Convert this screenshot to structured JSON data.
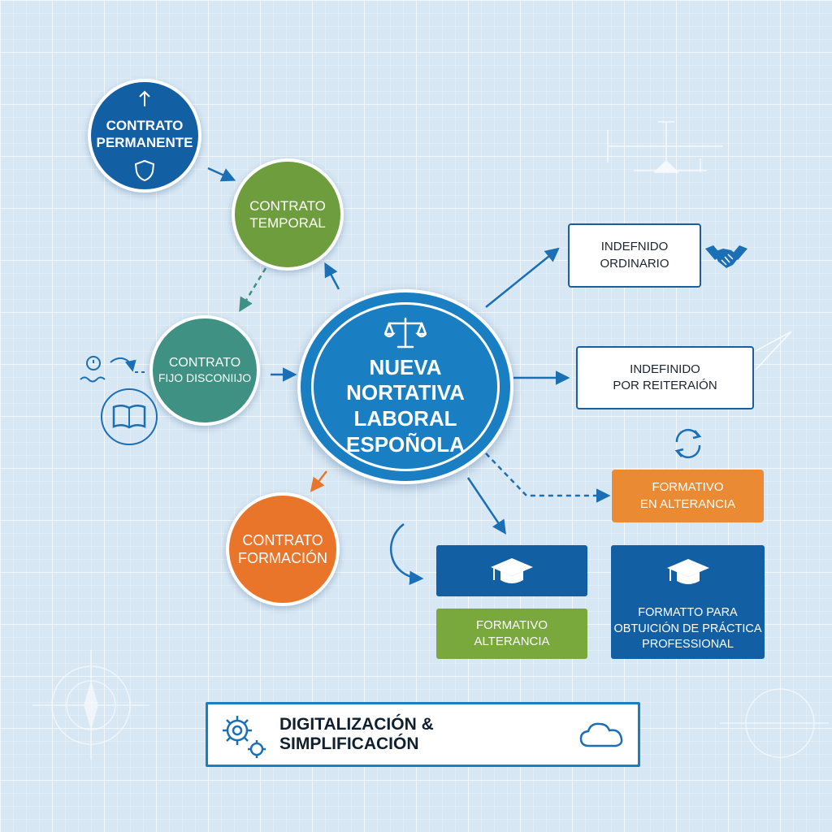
{
  "center": {
    "lines": [
      "NUEVA",
      "NORTATIVA",
      "LABORAL",
      "ESPOÑOLA"
    ],
    "icon": "scales-icon"
  },
  "nodes": {
    "permanente": {
      "lines": [
        "CONTRATO",
        "PERMANENTE"
      ],
      "color": "#135fa3",
      "icons": [
        "arrow-up-icon",
        "shield-icon"
      ]
    },
    "temporal": {
      "lines": [
        "CONTRATO",
        "TEMPORAL"
      ],
      "color": "#6e9d3e"
    },
    "fijo_discontinuo": {
      "lines": [
        "CONTRATO",
        "FIJO DISCONIIJO"
      ],
      "color": "#3f9184",
      "icons": [
        "timer-icon",
        "book-icon"
      ]
    },
    "formacion": {
      "lines": [
        "CONTRATO",
        "FORMACIÓN"
      ],
      "color": "#e9752a"
    }
  },
  "boxes": {
    "indefinido_ordinario": {
      "lines": [
        "INDEFNIDO",
        "ORDINARIO"
      ],
      "icon": "handshake-icon"
    },
    "indefinido_reiteracion": {
      "lines": [
        "INDEFINIDO",
        "POR REITERAIÓN"
      ]
    },
    "formativo_alternancia_orange": {
      "lines": [
        "FORMATIVO",
        "EN ALTERANCIA"
      ],
      "color": "#ea8a32",
      "icon": "refresh-icon"
    },
    "capacitacion_blue": {
      "icon": "graduation-cap-icon",
      "color": "#135fa3"
    },
    "formativo_alternancia_green": {
      "lines": [
        "FORMATIVO",
        "ALTERANCIA"
      ],
      "color": "#79a93c"
    },
    "formato_practica": {
      "lines": [
        "FORMATTO PARA",
        "OBTUICIÓN DE PRÁCTICA",
        "PROFESSIONAL"
      ],
      "color": "#135fa3",
      "icon": "graduation-cap-icon"
    }
  },
  "banner": {
    "text": "DIGITALIZACIÓN & SIMPLIFICACIÓN",
    "icons": [
      "gears-icon",
      "cloud-icon"
    ]
  },
  "colors": {
    "primary_blue": "#1a7fc2",
    "dark_blue": "#135fa3",
    "green": "#6e9d3e",
    "teal": "#3f9184",
    "orange": "#e9752a",
    "background": "#d7e7f4"
  }
}
